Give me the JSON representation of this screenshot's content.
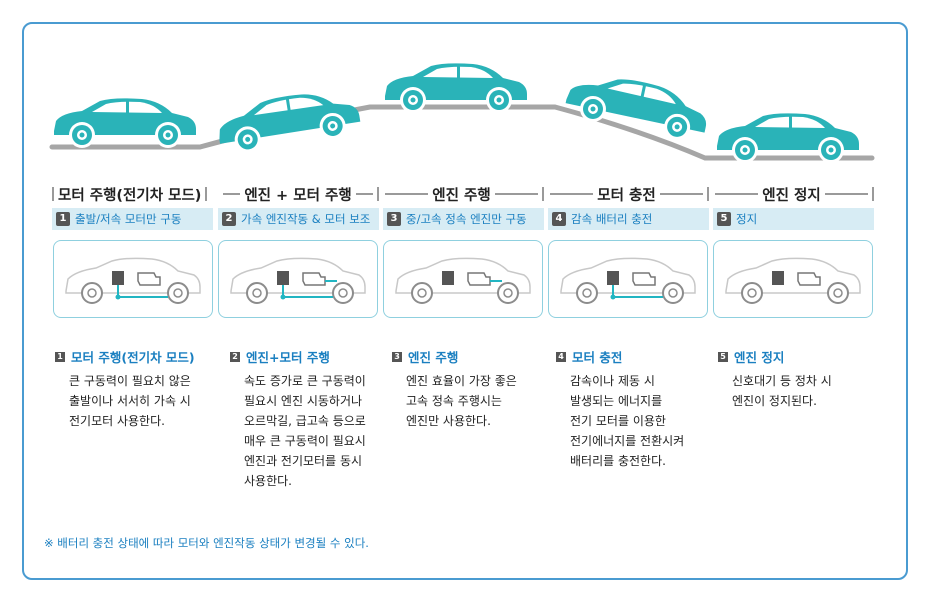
{
  "colors": {
    "frame": "#4a9bd1",
    "car": "#2ab3b8",
    "road": "#a6a6a6",
    "accent": "#1a7fc0",
    "band": "#d7ecf4"
  },
  "modes": [
    {
      "title": "모터 주행(전기차 모드)",
      "num": "1",
      "band": "출발/저속 모터만 구동",
      "head": "모터 주행(전기차 모드)",
      "body": "큰 구동력이 필요치 않은\n출발이나 서서히 가속 시\n전기모터 사용한다.",
      "motor_active": true,
      "engine_active": false
    },
    {
      "title": "엔진 + 모터 주행",
      "num": "2",
      "band": "가속 엔진작동 & 모터 보조",
      "head": "엔진+모터 주행",
      "body": "속도 증가로 큰 구동력이\n필요시 엔진 시동하거나\n오르막길, 급고속 등으로\n매우 큰 구동력이 필요시\n엔진과 전기모터를 동시\n사용한다.",
      "motor_active": true,
      "engine_active": true
    },
    {
      "title": "엔진 주행",
      "num": "3",
      "band": "중/고속 정속 엔진만 구동",
      "head": "엔진 주행",
      "body": "엔진 효율이 가장 좋은\n고속 정속 주행시는\n엔진만 사용한다.",
      "motor_active": false,
      "engine_active": true
    },
    {
      "title": "모터 충전",
      "num": "4",
      "band": "감속 배터리 충전",
      "head": "모터 충전",
      "body": "감속이나 제동 시\n발생되는 에너지를\n전기 모터를 이용한\n전기에너지를 전환시켜\n배터리를 충전한다.",
      "motor_active": true,
      "engine_active": false
    },
    {
      "title": "엔진 정지",
      "num": "5",
      "band": "정지",
      "head": "엔진 정지",
      "body": "신호대기 등 정차 시\n엔진이 정지된다.",
      "motor_active": false,
      "engine_active": false
    }
  ],
  "note": "※ 배터리 충전 상태에 따라 모터와 엔진작동 상태가 변경될 수 있다."
}
